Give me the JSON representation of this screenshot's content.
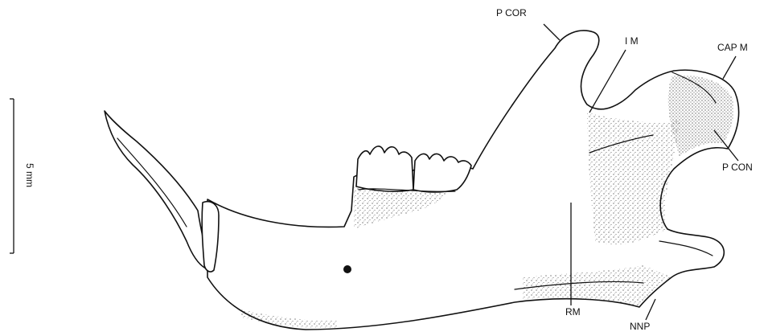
{
  "figure": {
    "scale_bar": {
      "label": "5 mm"
    },
    "labels": {
      "p_cor": "P COR",
      "im": "I M",
      "cap_m": "CAP M",
      "p_con": "P CON",
      "rm": "RM",
      "nnp": "NNP"
    }
  }
}
